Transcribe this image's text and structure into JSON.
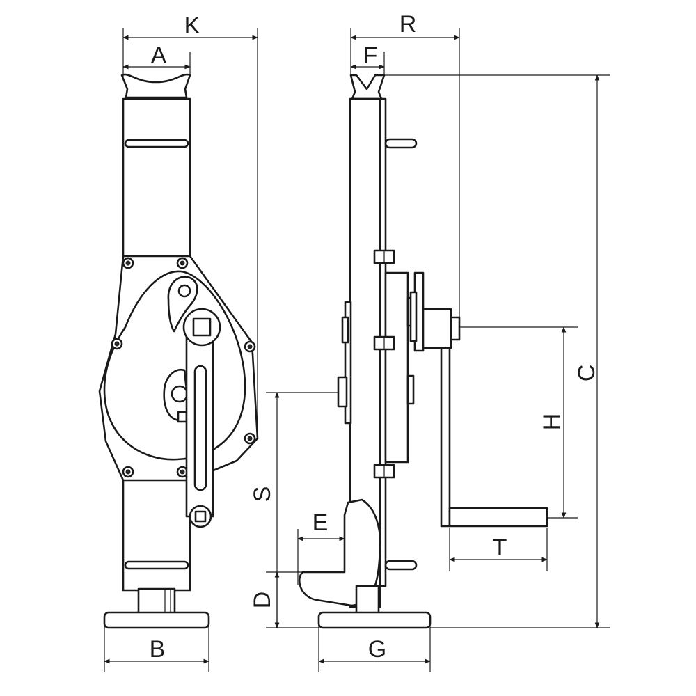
{
  "figure": {
    "views": [
      "front-view",
      "side-view"
    ],
    "line_color": "#1a1a1a",
    "background": "#ffffff"
  },
  "labels": {
    "K": "K",
    "A": "A",
    "B": "B",
    "R": "R",
    "F": "F",
    "G": "G",
    "C": "C",
    "H": "H",
    "S": "S",
    "E": "E",
    "D": "D",
    "T": "T"
  }
}
